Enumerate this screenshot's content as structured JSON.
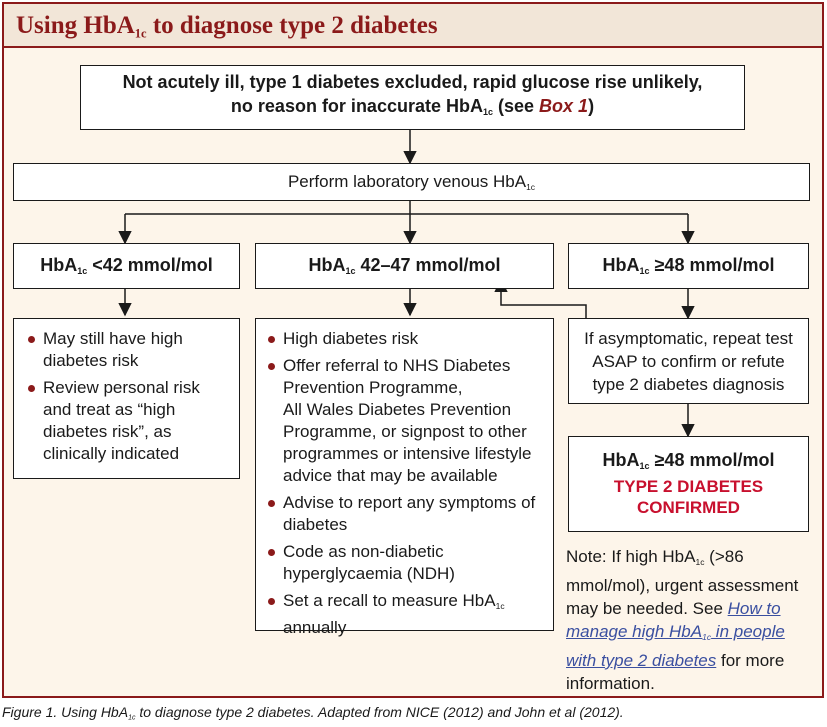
{
  "title": {
    "main": "Using HbA",
    "sub": "1c",
    "rest": " to diagnose type 2 diabetes"
  },
  "top_box": {
    "line1": "Not acutely ill, type 1 diabetes excluded, rapid glucose rise unlikely,",
    "line2_a": "no reason for inaccurate HbA",
    "line2_sub": "1c",
    "line2_b": " (see ",
    "line2_ref": "Box 1",
    "line2_c": ")"
  },
  "lab_box": {
    "text": "Perform laboratory venous HbA",
    "sub": "1c"
  },
  "branches": {
    "low": {
      "pre": "HbA",
      "sub": "1c",
      "post": " <42 mmol/mol"
    },
    "mid": {
      "pre": "HbA",
      "sub": "1c",
      "post": " 42–47 mmol/mol"
    },
    "high": {
      "pre": "HbA",
      "sub": "1c",
      "post": " ≥48 mmol/mol"
    }
  },
  "low_bullets": [
    "May still have high diabetes risk",
    "Review personal risk and treat as “high diabetes risk”, as clinically indicated"
  ],
  "mid_bullets": {
    "b1": "High diabetes risk",
    "b2": "Offer referral to NHS Diabetes Prevention Programme,",
    "b2b": "All Wales Diabetes Prevention Programme, or signpost to other programmes or intensive lifestyle advice that may be available",
    "b3": "Advise to report any symptoms of diabetes",
    "b4": "Code as non-diabetic hyperglycaemia (NDH)",
    "b5_a": "Set a recall to measure HbA",
    "b5_sub": "1c",
    "b5_b": " annually"
  },
  "repeat_box": {
    "text": "If asymptomatic, repeat test ASAP to confirm or refute type 2 diabetes diagnosis"
  },
  "confirmed_box": {
    "pre": "HbA",
    "sub": "1c",
    "post": " ≥48 mmol/mol",
    "line2": "TYPE 2 DIABETES",
    "line3": "CONFIRMED"
  },
  "note": {
    "a": "Note: If high HbA",
    "sub": "1c",
    "b": " (>86 mmol/mol), urgent assessment may be needed. See ",
    "link_a": "How to manage high HbA",
    "link_sub": "1c",
    "link_b": " in people with type 2 diabetes",
    "c": " for more information."
  },
  "caption": {
    "a": "Figure 1. Using HbA",
    "sub": "1c",
    "b": " to diagnose type 2 diabetes. Adapted from NICE (2012) and John et al (2012)."
  },
  "colors": {
    "accent": "#8b1a1a",
    "confirmed": "#c8102e",
    "background": "#fdf5ea",
    "link": "#3a4fa0"
  }
}
